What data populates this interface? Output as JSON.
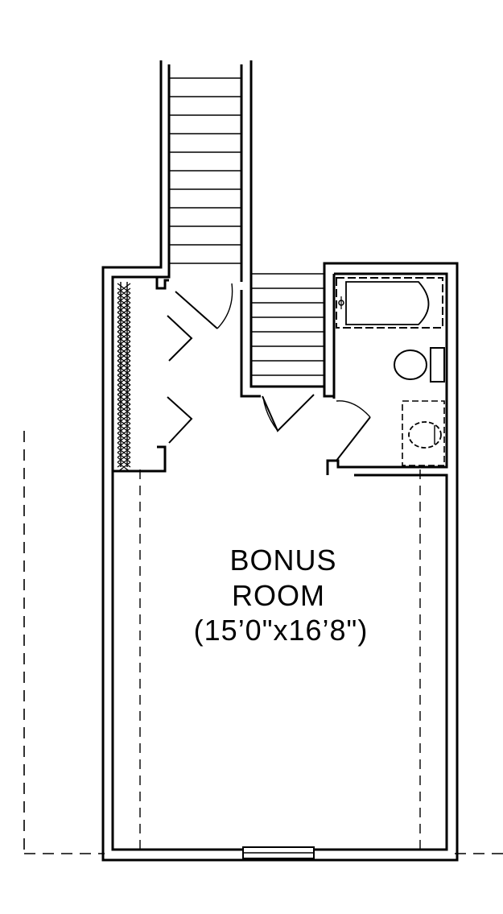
{
  "room": {
    "name_line1": "BONUS",
    "name_line2": "ROOM",
    "dimensions": "(15’0\"x16’8\")"
  },
  "colors": {
    "line": "#000000",
    "background": "#ffffff"
  }
}
